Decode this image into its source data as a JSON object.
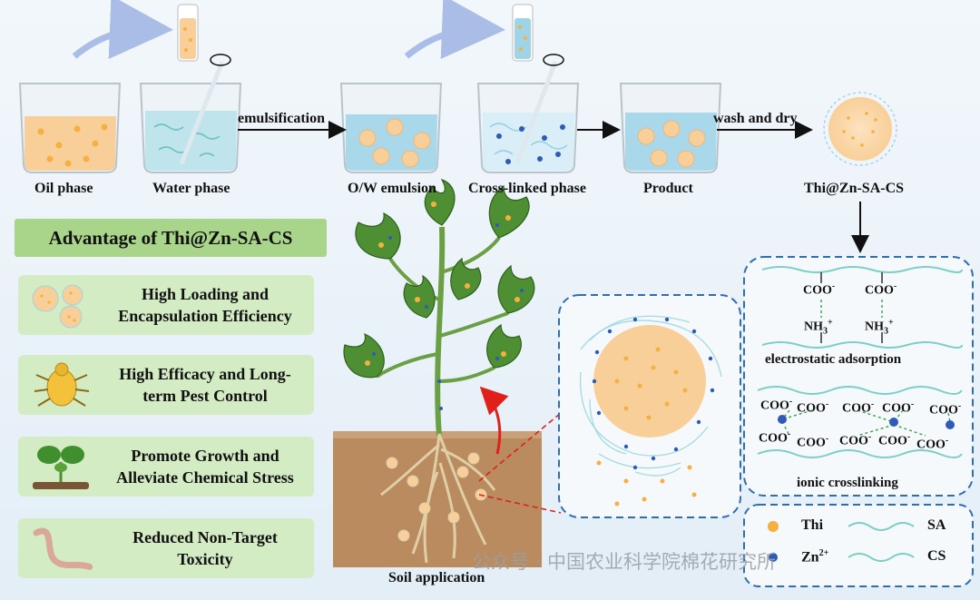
{
  "process": {
    "oil_phase": "Oil phase",
    "water_phase": "Water phase",
    "emulsification": "emulsification",
    "ow_emulsion": "O/W emulsion",
    "crosslinked_phase": "Cross-linked phase",
    "product": "Product",
    "wash_dry": "wash and dry",
    "final": "Thi@Zn-SA-CS"
  },
  "advantages": {
    "title": "Advantage of Thi@Zn-SA-CS",
    "items": [
      {
        "line1": "High Loading and",
        "line2": "Encapsulation Efficiency",
        "icon": "microsphere-icon"
      },
      {
        "line1": "High Efficacy and Long-",
        "line2": "term Pest Control",
        "icon": "aphid-icon"
      },
      {
        "line1": "Promote Growth and",
        "line2": "Alleviate Chemical Stress",
        "icon": "seedling-icon"
      },
      {
        "line1": "Reduced Non-Target",
        "line2": "Toxicity",
        "icon": "earthworm-icon"
      }
    ]
  },
  "mechanism": {
    "coo": "COO",
    "minus": "-",
    "nh3": "NH",
    "nh3_sub": "3",
    "plus": "+",
    "electrostatic": "electrostatic adsorption",
    "ionic": "ionic crosslinking"
  },
  "legend": {
    "thi": "Thi",
    "sa": "SA",
    "zn": "Zn",
    "zn_sup": "2+",
    "cs": "CS"
  },
  "soil_application": "Soil application",
  "watermark": "公众号 · 中国农业科学院棉花研究所",
  "colors": {
    "thi_orange": "#f5b041",
    "zn_blue": "#2e5bb8",
    "sa_teal": "#7ccfc6",
    "dash_blue": "#2f6db5",
    "adv_box": "#d4ecc4",
    "adv_title": "#a8d58a",
    "soil": "#b98b5e"
  }
}
